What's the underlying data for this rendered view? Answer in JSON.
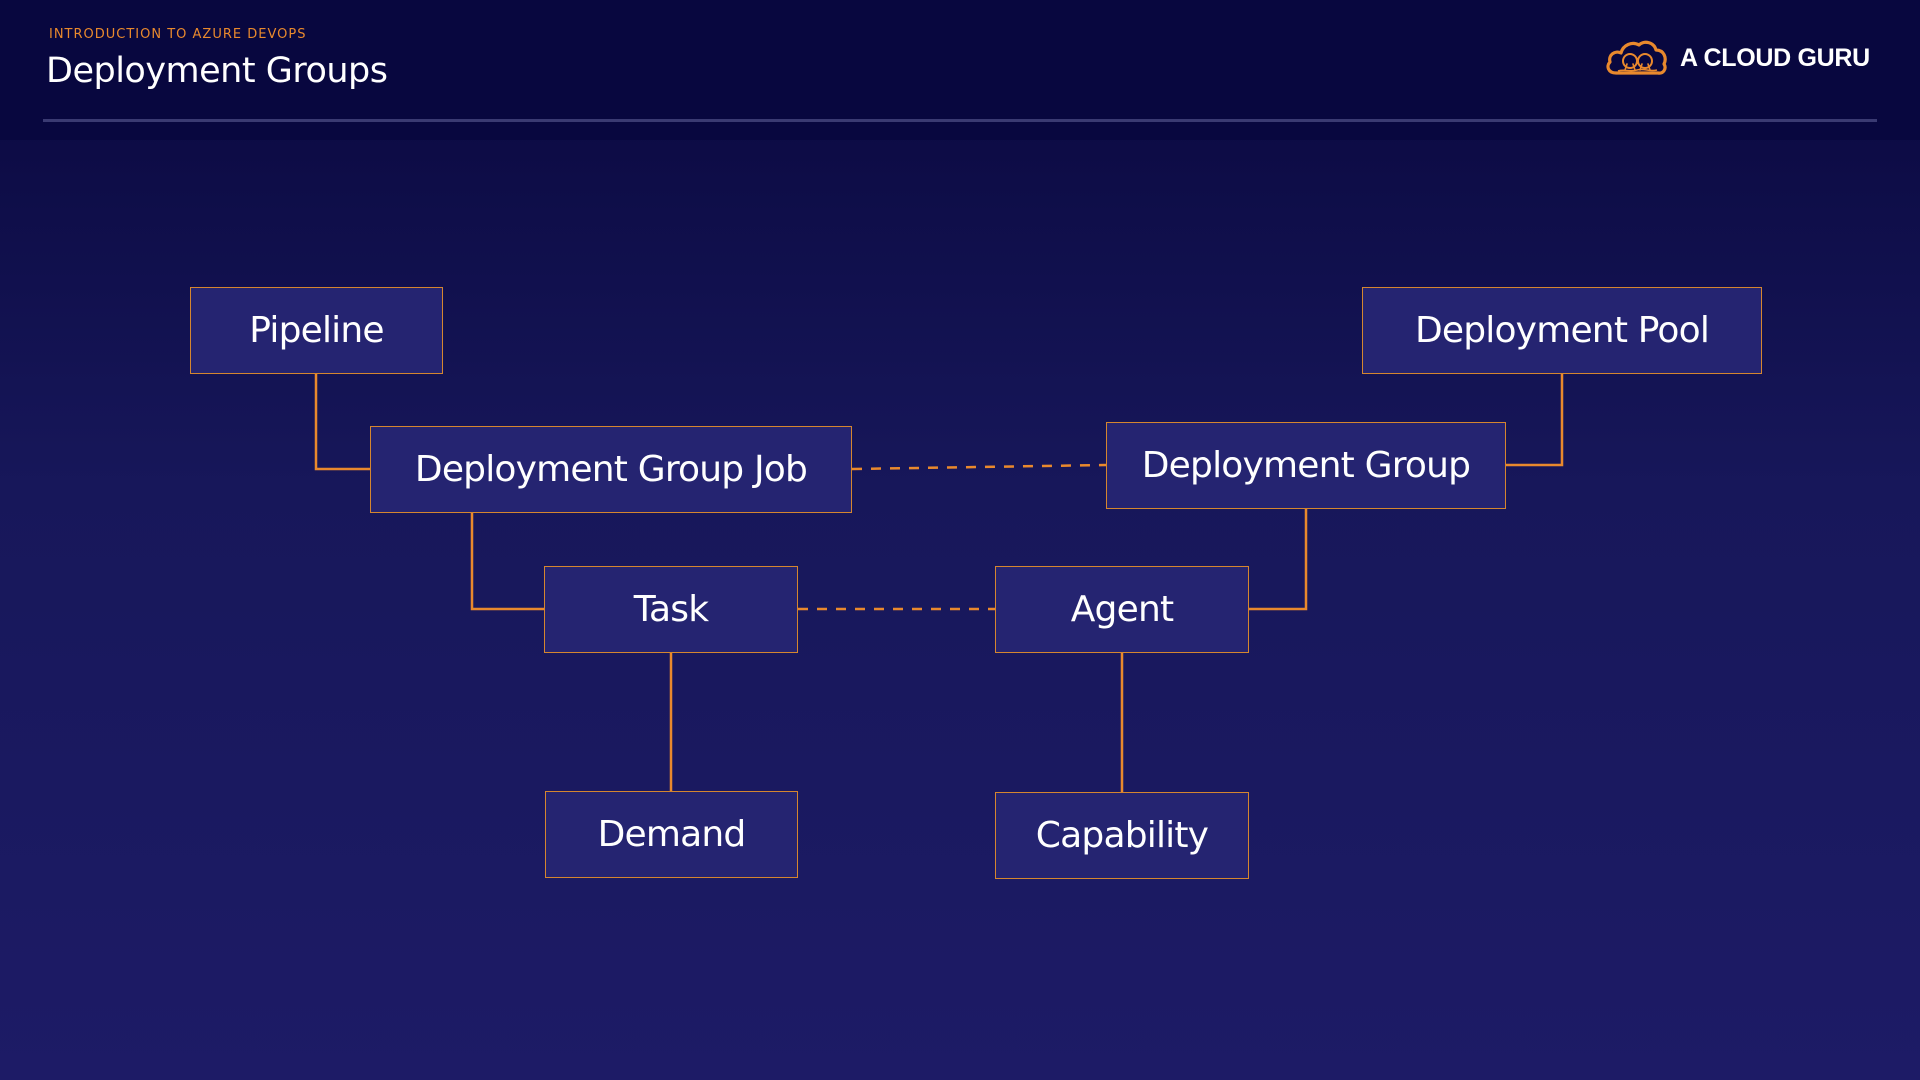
{
  "header": {
    "kicker": "INTRODUCTION TO AZURE DEVOPS",
    "title": "Deployment Groups",
    "brand": "A CLOUD GURU",
    "brand_logo_icon": "cloud-logo-icon"
  },
  "colors": {
    "accent": "#e9892d",
    "node_border": "#d5862f",
    "node_fill": "#252471",
    "background_top": "#07063d",
    "background_bottom": "#1d1b66",
    "text": "#ffffff"
  },
  "diagram": {
    "nodes": {
      "pipeline": "Pipeline",
      "deployment_group_job": "Deployment Group Job",
      "task": "Task",
      "demand": "Demand",
      "deployment_pool": "Deployment Pool",
      "deployment_group": "Deployment Group",
      "agent": "Agent",
      "capability": "Capability"
    },
    "edges": [
      {
        "from": "pipeline",
        "to": "deployment_group_job",
        "style": "solid"
      },
      {
        "from": "deployment_group_job",
        "to": "task",
        "style": "solid"
      },
      {
        "from": "task",
        "to": "demand",
        "style": "solid"
      },
      {
        "from": "deployment_pool",
        "to": "deployment_group",
        "style": "solid"
      },
      {
        "from": "deployment_group",
        "to": "agent",
        "style": "solid"
      },
      {
        "from": "agent",
        "to": "capability",
        "style": "solid"
      },
      {
        "from": "deployment_group_job",
        "to": "deployment_group",
        "style": "dashed"
      },
      {
        "from": "task",
        "to": "agent",
        "style": "dashed"
      }
    ]
  }
}
